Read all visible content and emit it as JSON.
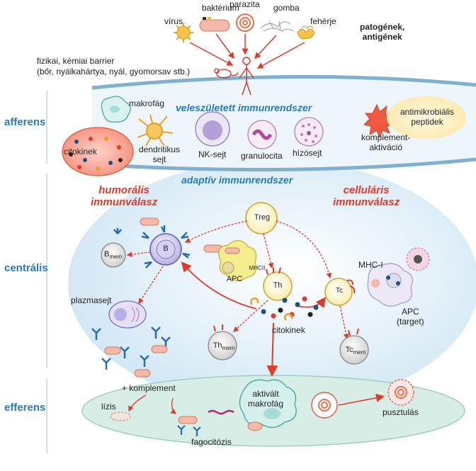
{
  "pathogens": {
    "virus": "vírus",
    "bacterium": "baktérium",
    "parasite": "parazita",
    "fungus": "gomba",
    "protein": "fehérje",
    "heading": "patogének,\nantigének"
  },
  "barrier": {
    "line1": "fizikai, kémiai barrier",
    "line2": "(bőr, nyálkahártya, nyál, gyomorsav stb.)"
  },
  "phases": {
    "afferent": "afferens",
    "central": "centrális",
    "efferent": "efferens"
  },
  "innate": {
    "title": "veleszületett immunrendszer",
    "macrophage": "makrofág",
    "cytokines": "citokinek",
    "dendritic": "dendritikus\nsejt",
    "nk": "NK-sejt",
    "granulocyte": "granulocita",
    "mast": "hízósejt",
    "complement": "komplement-\naktiváció",
    "peptides": "antimikrobiális\npeptidek"
  },
  "adaptive": {
    "title": "adaptív immunrendszer",
    "humoral": "humorális\nimmunválasz",
    "cellular": "celluláris\nimmunválasz",
    "treg": "Treg",
    "b": "B",
    "bmem_main": "B",
    "bmem_sub": "mem",
    "apc": "APC",
    "mhcii": "MHCII",
    "th": "Th",
    "tc": "Tc",
    "mhci": "MHC-I",
    "apc_target": "APC\n(target)",
    "plasma": "plazmasejt",
    "thmem_main": "Th",
    "thmem_sub": "mem",
    "tcmem_main": "Tc",
    "tcmem_sub": "mem",
    "cytokines": "citokinek"
  },
  "effector": {
    "complement": "+ komplement",
    "lysis": "lízis",
    "phagocytosis": "fagocitózis",
    "activated": "aktivált\nmakrofág",
    "destruction": "pusztulás"
  }
}
